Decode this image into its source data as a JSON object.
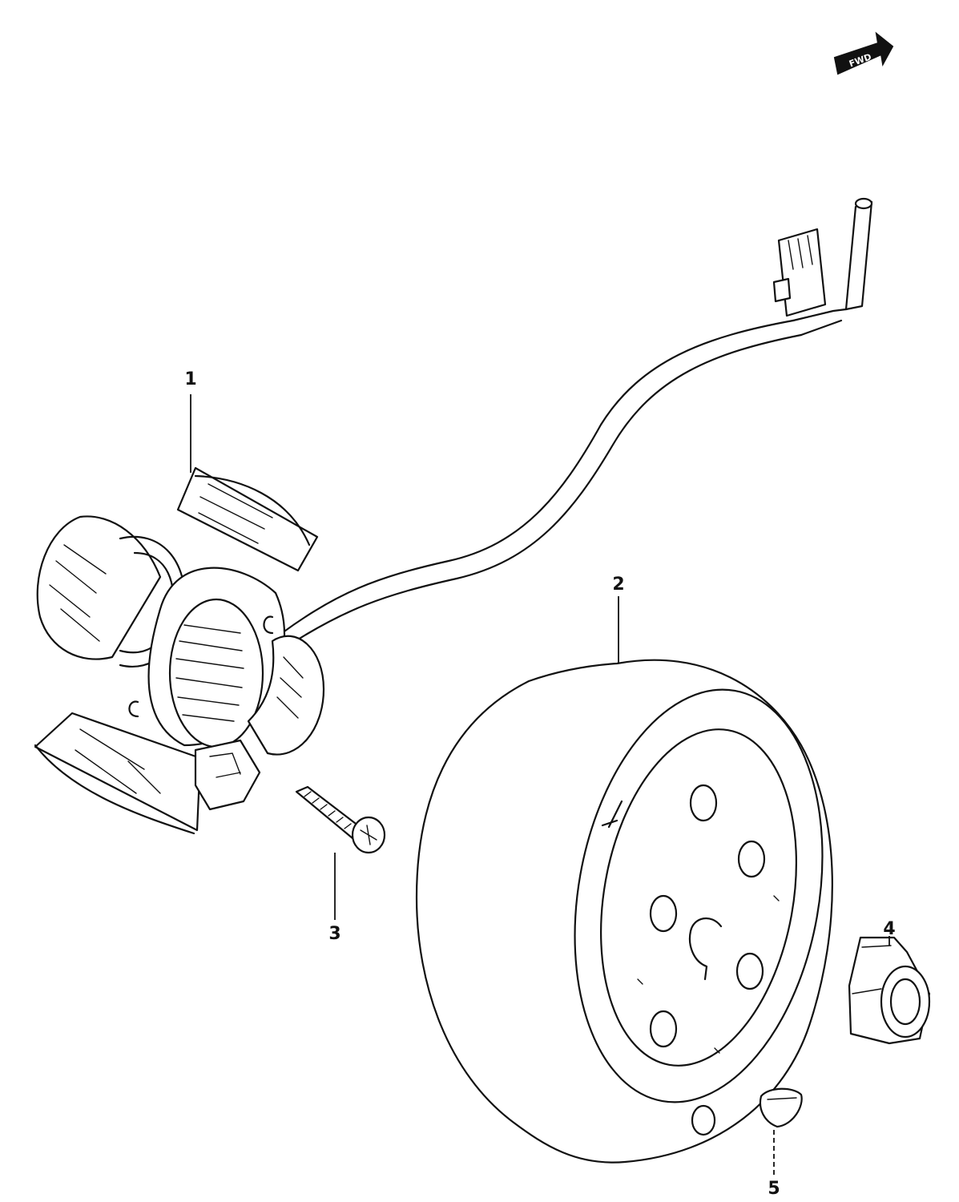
{
  "diagram": {
    "direction_marker": "FWD",
    "parts": [
      {
        "id": "stator",
        "label": "1"
      },
      {
        "id": "rotor",
        "label": "2"
      },
      {
        "id": "screw",
        "label": "3"
      },
      {
        "id": "nut",
        "label": "4"
      },
      {
        "id": "key",
        "label": "5"
      }
    ]
  },
  "colors": {
    "ink": "#111111",
    "paper": "#ffffff"
  }
}
